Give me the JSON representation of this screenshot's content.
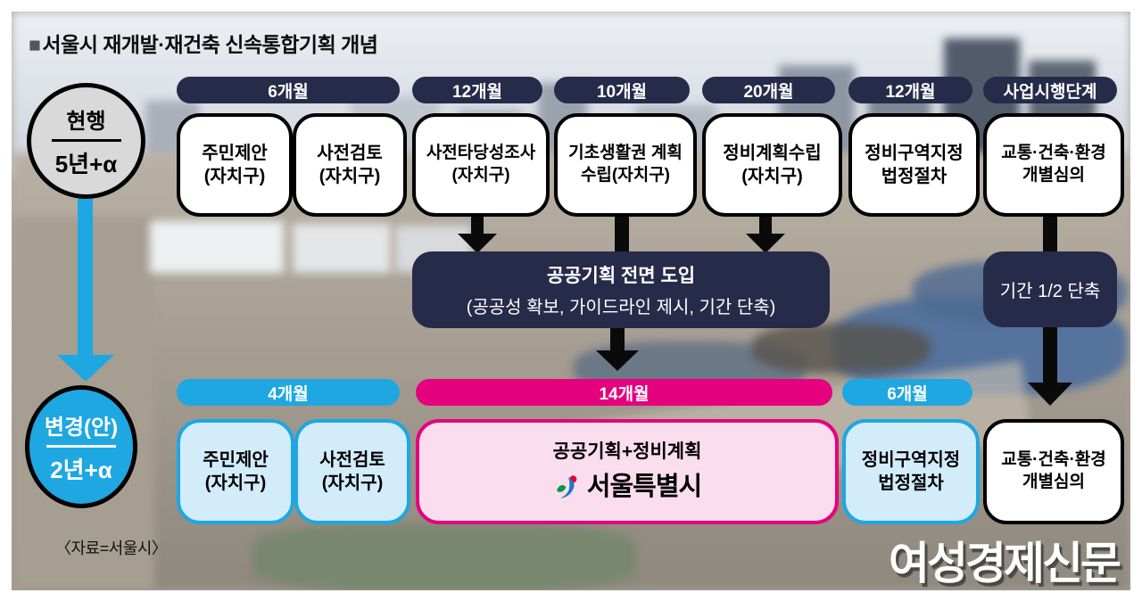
{
  "header": {
    "marker": "■",
    "title": "서울시 재개발·재건축 신속통합기획 개념"
  },
  "current": {
    "label": "현행",
    "duration": "5년+α"
  },
  "revised": {
    "label": "변경(안)",
    "duration": "2년+α"
  },
  "top_flow": {
    "durations": [
      "6개월",
      "12개월",
      "10개월",
      "20개월",
      "12개월",
      "사업시행단계"
    ],
    "steps": [
      "주민제안\n(자치구)",
      "사전검토\n(자치구)",
      "사전타당성조사\n(자치구)",
      "기초생활권 계획\n수립(자치구)",
      "정비계획수립\n(자치구)",
      "정비구역지정\n법정절차",
      "교통·건축·환경\n개별심의"
    ]
  },
  "public_planning_box": {
    "title": "공공기획 전면 도입",
    "subtitle": "(공공성 확보, 가이드라인 제시, 기간 단축)"
  },
  "reduction_box": {
    "label": "기간 1/2 단축"
  },
  "bottom_flow": {
    "durations": [
      "4개월",
      "14개월",
      "6개월"
    ],
    "steps": [
      "주민제안\n(자치구)",
      "사전검토\n(자치구)",
      "공공기획+정비계획",
      "정비구역지정\n법정절차",
      "교통·건축·환경\n개별심의"
    ],
    "seoul_label": "서울특별시"
  },
  "source": "〈자료=서울시〉",
  "publisher": "여성경제신문",
  "colors": {
    "navy": "#272b4a",
    "cyan": "#1ea7e1",
    "magenta": "#e5007d",
    "light_blue_fill": "#d2ecfa",
    "light_pink_fill": "#fbdeee",
    "black": "#0a0a0a"
  }
}
